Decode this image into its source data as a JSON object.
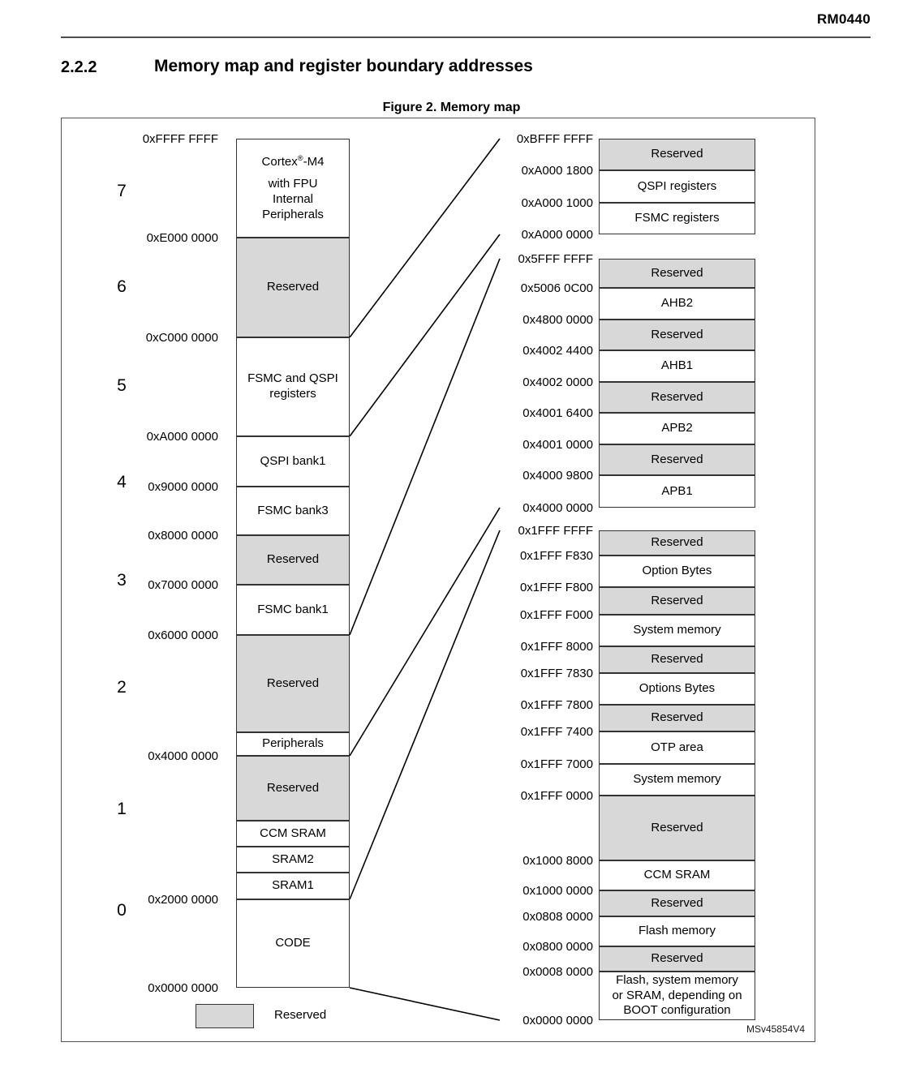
{
  "header": {
    "doc_id": "RM0440",
    "section_number": "2.2.2",
    "section_title": "Memory map and register boundary addresses",
    "figure_caption": "Figure 2. Memory map"
  },
  "figure": {
    "watermark": "MSv45854V4",
    "legend": {
      "label": "Reserved",
      "color": "#d8d8d8"
    }
  },
  "sectors": [
    "7",
    "6",
    "5",
    "4",
    "3",
    "2",
    "1",
    "0"
  ],
  "left_column": {
    "blocks": [
      {
        "label": "Cortex®-M4 with FPU Internal Peripherals",
        "reserved": false
      },
      {
        "label": "Reserved",
        "reserved": true
      },
      {
        "label": "FSMC and QSPI registers",
        "reserved": false
      },
      {
        "label": "QSPI bank1",
        "reserved": false
      },
      {
        "label": "FSMC bank3",
        "reserved": false
      },
      {
        "label": "Reserved",
        "reserved": true
      },
      {
        "label": "FSMC bank1",
        "reserved": false
      },
      {
        "label": "Reserved",
        "reserved": true
      },
      {
        "label": "Peripherals",
        "reserved": false
      },
      {
        "label": "Reserved",
        "reserved": true
      },
      {
        "label": "CCM SRAM",
        "reserved": false
      },
      {
        "label": "SRAM2",
        "reserved": false
      },
      {
        "label": "SRAM1",
        "reserved": false
      },
      {
        "label": "CODE",
        "reserved": false
      }
    ],
    "cortex_line1_pre": "Cortex",
    "cortex_line1_sup": "®",
    "cortex_line1_post": "-M4",
    "cortex_line2": "with FPU",
    "cortex_line3": "Internal",
    "cortex_line4": "Peripherals",
    "addresses": [
      "0xFFFF FFFF",
      "0xE000 0000",
      "0xC000 0000",
      "0xA000 0000",
      "0x9000 0000",
      "0x8000 0000",
      "0x7000 0000",
      "0x6000 0000",
      "0x4000 0000",
      "0x2000 0000",
      "0x0000 0000"
    ]
  },
  "right_groups": [
    {
      "name": "qspi-fsmc-registers",
      "blocks": [
        {
          "label": "Reserved",
          "reserved": true
        },
        {
          "label": "QSPI registers",
          "reserved": false
        },
        {
          "label": "FSMC registers",
          "reserved": false
        }
      ],
      "addresses": [
        "0xBFFF FFFF",
        "0xA000 1800",
        "0xA000 1000",
        "0xA000 0000"
      ]
    },
    {
      "name": "bus-peripherals",
      "blocks": [
        {
          "label": "Reserved",
          "reserved": true
        },
        {
          "label": "AHB2",
          "reserved": false
        },
        {
          "label": "Reserved",
          "reserved": true
        },
        {
          "label": "AHB1",
          "reserved": false
        },
        {
          "label": "Reserved",
          "reserved": true
        },
        {
          "label": "APB2",
          "reserved": false
        },
        {
          "label": "Reserved",
          "reserved": true
        },
        {
          "label": "APB1",
          "reserved": false
        }
      ],
      "addresses": [
        "0x5FFF FFFF",
        "0x5006 0C00",
        "0x4800 0000",
        "0x4002 4400",
        "0x4002 0000",
        "0x4001 6400",
        "0x4001 0000",
        "0x4000 9800",
        "0x4000 0000"
      ]
    },
    {
      "name": "code-area",
      "blocks": [
        {
          "label": "Reserved",
          "reserved": true
        },
        {
          "label": "Option Bytes",
          "reserved": false
        },
        {
          "label": "Reserved",
          "reserved": true
        },
        {
          "label": "System memory",
          "reserved": false
        },
        {
          "label": "Reserved",
          "reserved": true
        },
        {
          "label": "Options Bytes",
          "reserved": false
        },
        {
          "label": "Reserved",
          "reserved": true
        },
        {
          "label": "OTP area",
          "reserved": false
        },
        {
          "label": "System memory",
          "reserved": false
        },
        {
          "label": "Reserved",
          "reserved": true
        },
        {
          "label": "CCM SRAM",
          "reserved": false
        },
        {
          "label": "Reserved",
          "reserved": true
        },
        {
          "label": "Flash memory",
          "reserved": false
        },
        {
          "label": "Reserved",
          "reserved": true
        },
        {
          "label": "Flash, system memory or SRAM, depending on BOOT configuration",
          "reserved": false
        }
      ],
      "addresses": [
        "0x1FFF FFFF",
        "0x1FFF F830",
        "0x1FFF F800",
        "0x1FFF F000",
        "0x1FFF 8000",
        "0x1FFF 7830",
        "0x1FFF 7800",
        "0x1FFF 7400",
        "0x1FFF 7000",
        "0x1FFF 0000",
        "0x1000 8000",
        "0x1000 0000",
        "0x0808 0000",
        "0x0800 0000",
        "0x0008 0000",
        "0x0000 0000"
      ],
      "boot_line1": "Flash, system memory",
      "boot_line2": "or SRAM, depending on",
      "boot_line3": "BOOT configuration"
    }
  ]
}
